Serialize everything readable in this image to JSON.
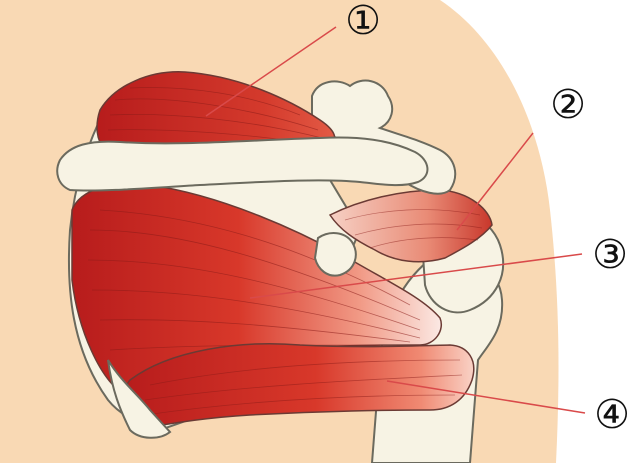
{
  "colors": {
    "skin": "#f9d9b4",
    "bone": "#f7f3e4",
    "bone_outline": "#6b6a5e",
    "muscle_dark": "#b71c1c",
    "muscle_mid": "#d8382a",
    "muscle_light": "#fbe9e4",
    "leader_line": "#d94a4a",
    "label": "#111111"
  },
  "callouts": [
    {
      "id": "supraspinatus",
      "label": "①"
    },
    {
      "id": "subscapularis",
      "label": "②"
    },
    {
      "id": "infraspinatus",
      "label": "③"
    },
    {
      "id": "teres-minor",
      "label": "④"
    }
  ]
}
